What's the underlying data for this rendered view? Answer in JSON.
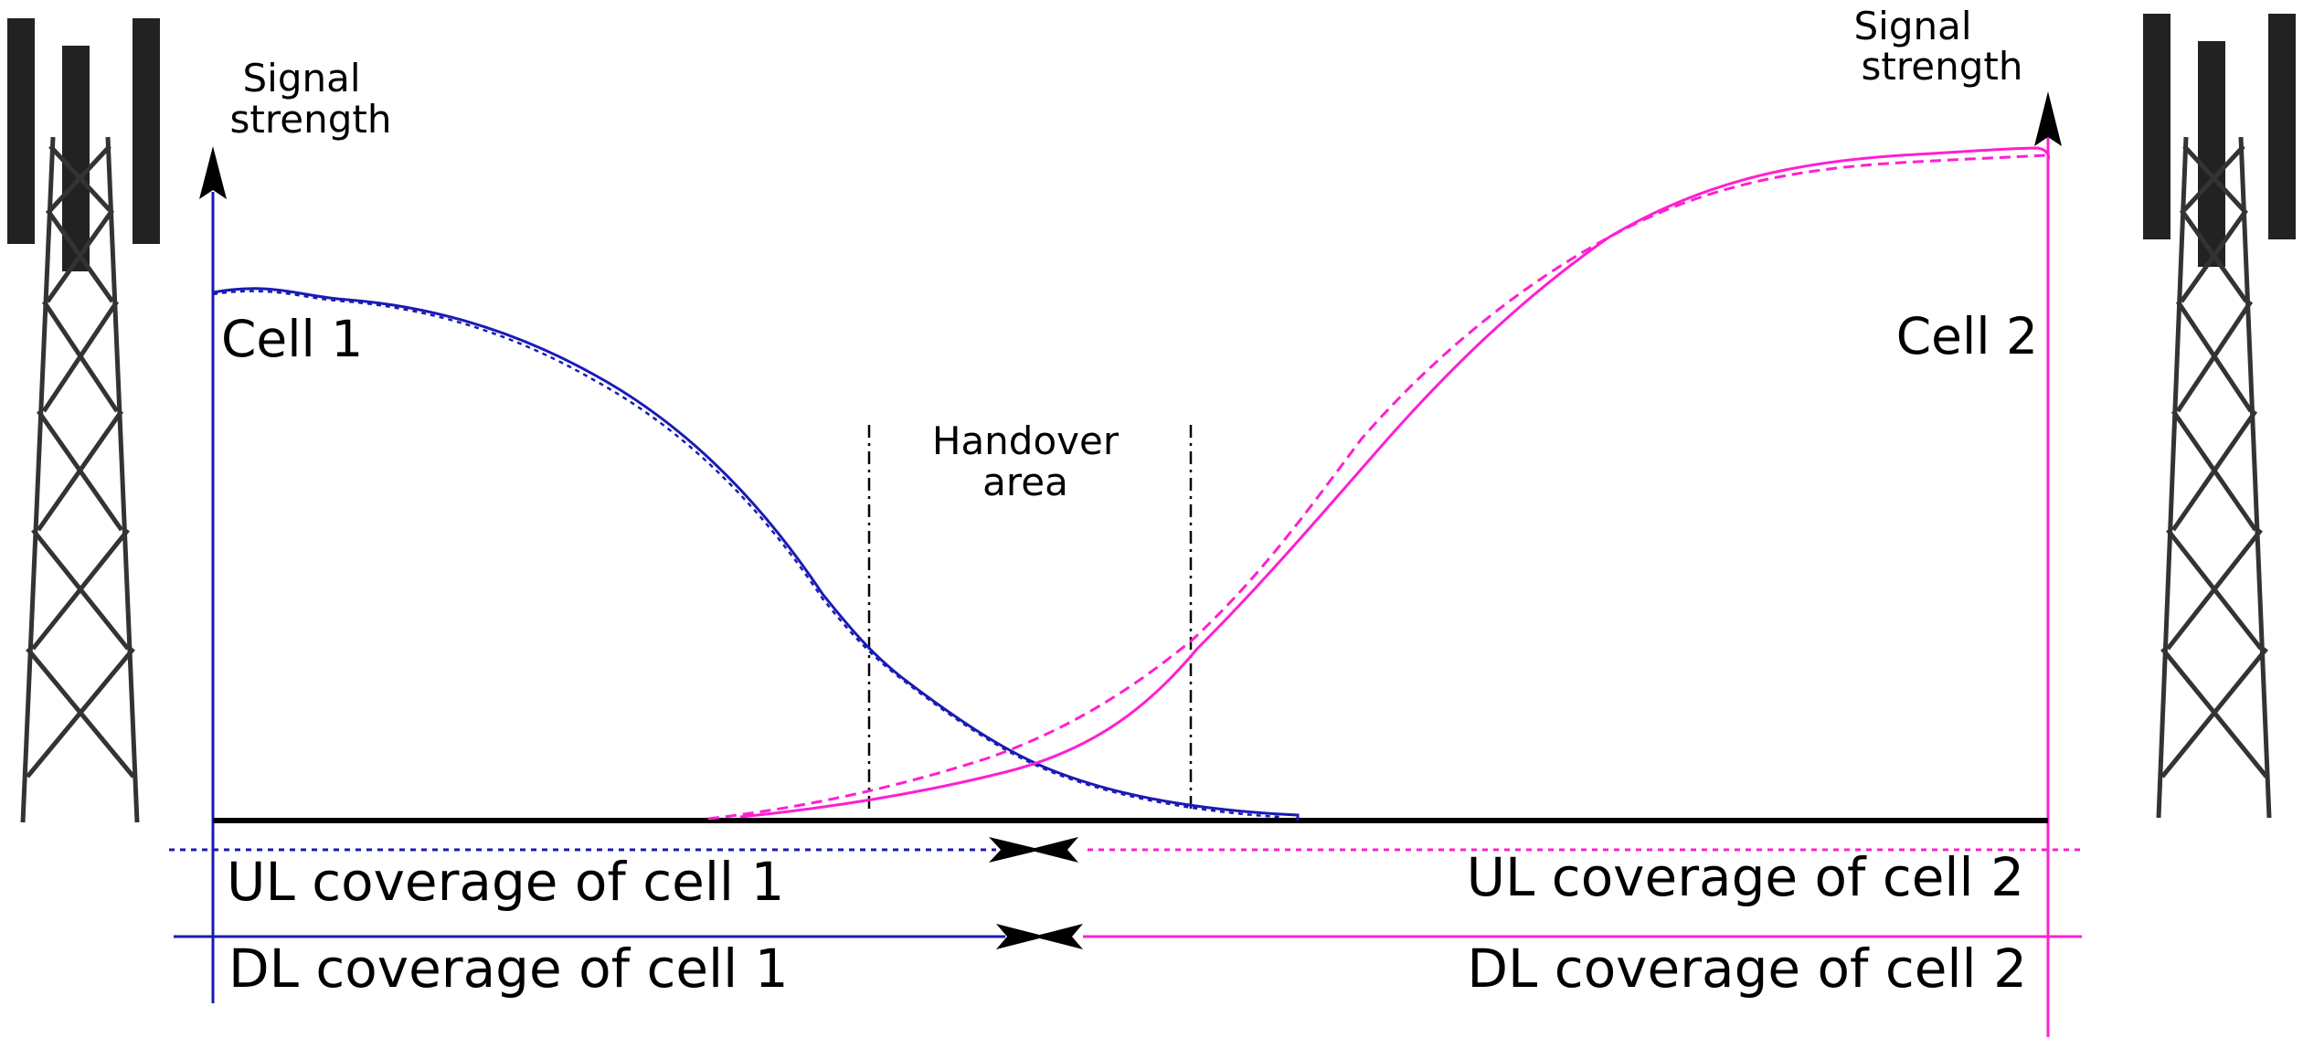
{
  "colors": {
    "cell1": "#1a1ab5",
    "cell2": "#ff1fd2",
    "axis": "#000000",
    "tower": "#222222"
  },
  "labels": {
    "signal_strength_left_line1": "Signal",
    "signal_strength_left_line2": "strength",
    "signal_strength_right_line1": "Signal",
    "signal_strength_right_line2": "strength",
    "cell1": "Cell 1",
    "cell2": "Cell 2",
    "handover_line1": "Handover",
    "handover_line2": "area",
    "ul_cell1": "UL coverage of cell 1",
    "ul_cell2": "UL coverage of cell 2",
    "dl_cell1": "DL coverage of cell 1",
    "dl_cell2": "DL coverage of cell 2"
  },
  "icons": [
    "cell-tower-left-icon",
    "cell-tower-right-icon"
  ]
}
